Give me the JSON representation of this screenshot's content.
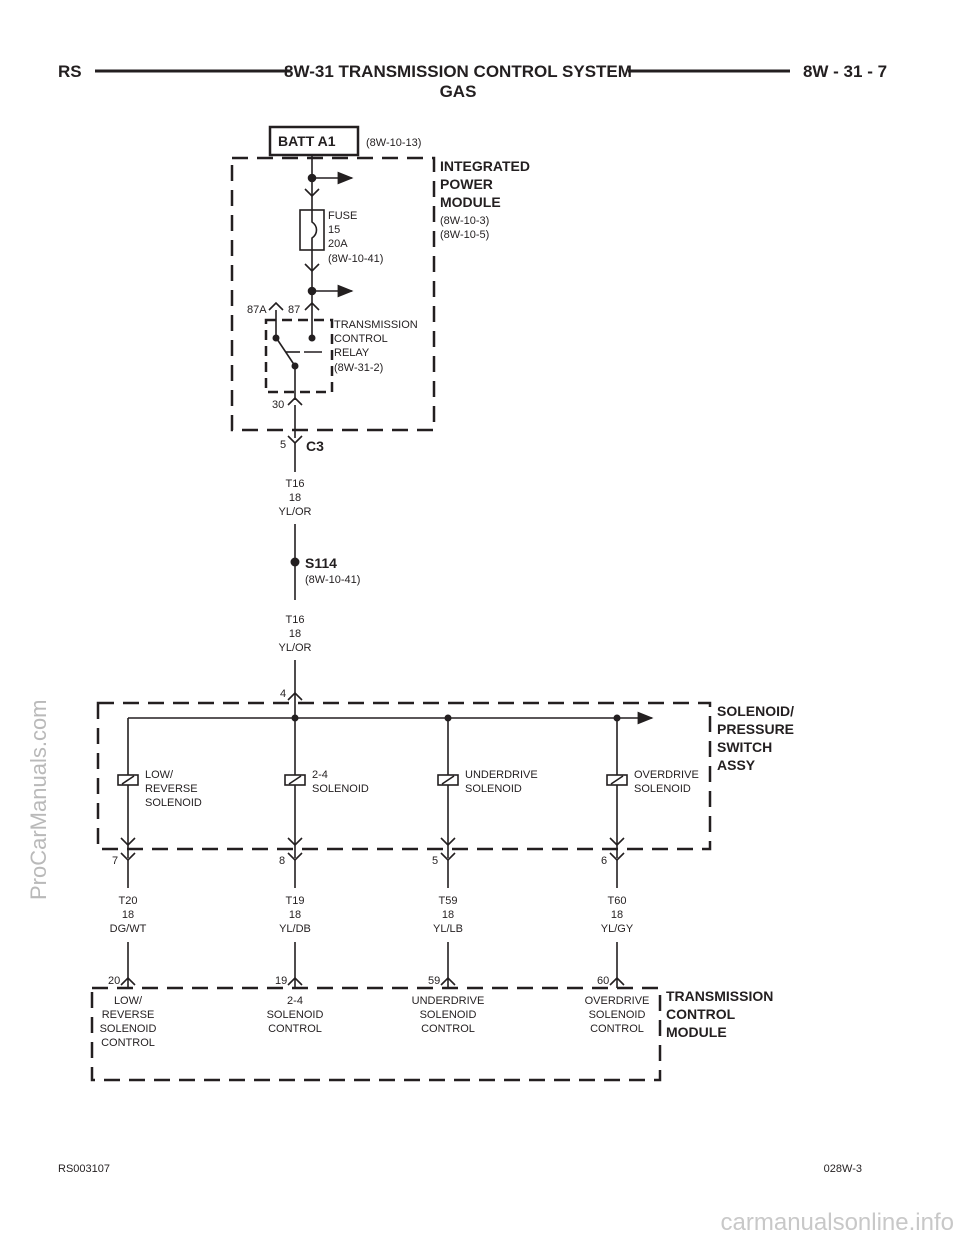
{
  "header": {
    "left": "RS",
    "title": "8W-31 TRANSMISSION CONTROL SYSTEM",
    "subtitle": "GAS",
    "page": "8W - 31 - 7"
  },
  "batt": {
    "label": "BATT A1",
    "ref": "(8W-10-13)"
  },
  "ipm": {
    "title": [
      "INTEGRATED",
      "POWER",
      "MODULE"
    ],
    "refs": [
      "(8W-10-3)",
      "(8W-10-5)"
    ]
  },
  "fuse": {
    "lines": [
      "FUSE",
      "15",
      "20A",
      "(8W-10-41)"
    ]
  },
  "relay": {
    "lines": [
      "TRANSMISSION",
      "CONTROL",
      "RELAY",
      "(8W-31-2)"
    ],
    "pin_87a": "87A",
    "pin_87": "87",
    "pin_30": "30"
  },
  "c3": {
    "pin": "5",
    "name": "C3"
  },
  "wire_upper": {
    "lines": [
      "T16",
      "18",
      "YL/OR"
    ]
  },
  "splice": {
    "name": "S114",
    "ref": "(8W-10-41)"
  },
  "wire_lower": {
    "lines": [
      "T16",
      "18",
      "YL/OR"
    ]
  },
  "solenoid_pin_in": "4",
  "solenoid_assy": {
    "title": [
      "SOLENOID/",
      "PRESSURE",
      "SWITCH",
      "ASSY"
    ]
  },
  "solenoids": [
    {
      "lines": [
        "LOW/",
        "REVERSE",
        "SOLENOID"
      ],
      "pin_out": "7",
      "wire": [
        "T20",
        "18",
        "DG/WT"
      ],
      "tcm_pin": "20",
      "tcm_label": [
        "LOW/",
        "REVERSE",
        "SOLENOID",
        "CONTROL"
      ]
    },
    {
      "lines": [
        "2-4",
        "SOLENOID"
      ],
      "pin_out": "8",
      "wire": [
        "T19",
        "18",
        "YL/DB"
      ],
      "tcm_pin": "19",
      "tcm_label": [
        "2-4",
        "SOLENOID",
        "CONTROL"
      ]
    },
    {
      "lines": [
        "UNDERDRIVE",
        "SOLENOID"
      ],
      "pin_out": "5",
      "wire": [
        "T59",
        "18",
        "YL/LB"
      ],
      "tcm_pin": "59",
      "tcm_label": [
        "UNDERDRIVE",
        "SOLENOID",
        "CONTROL"
      ]
    },
    {
      "lines": [
        "OVERDRIVE",
        "SOLENOID"
      ],
      "pin_out": "6",
      "wire": [
        "T60",
        "18",
        "YL/GY"
      ],
      "tcm_pin": "60",
      "tcm_label": [
        "OVERDRIVE",
        "SOLENOID",
        "CONTROL"
      ]
    }
  ],
  "tcm": {
    "title": [
      "TRANSMISSION",
      "CONTROL",
      "MODULE"
    ]
  },
  "footer": {
    "left": "RS003107",
    "right": "028W-3"
  },
  "watermarks": {
    "left": "ProCarManuals.com",
    "bottom": "carmanualsonline.info"
  }
}
